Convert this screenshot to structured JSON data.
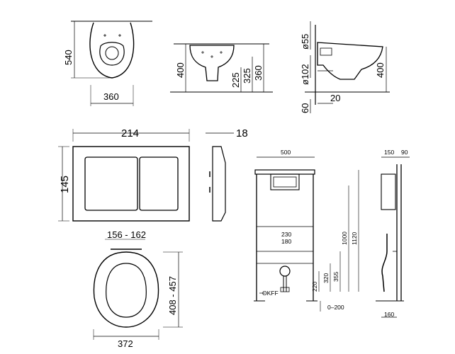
{
  "views": {
    "bowl_top": {
      "depth": "540",
      "width": "360"
    },
    "bowl_front": {
      "height": "400",
      "d1": "225",
      "d2": "325",
      "d3": "360"
    },
    "bowl_side": {
      "d_inlet": "ø55",
      "d_outlet": "ø102",
      "height": "400",
      "offset": "60",
      "width": "20"
    },
    "plate_front": {
      "width": "214",
      "height": "145"
    },
    "plate_side": {
      "depth": "18"
    },
    "seat": {
      "hinge": "156 - 162",
      "length": "408 - 457",
      "width": "372"
    },
    "frame_front": {
      "width": "500",
      "h1": "1000",
      "h2": "1120",
      "a": "230",
      "b": "180",
      "c": "320",
      "d": "355",
      "e": "220",
      "adj": "0–200",
      "ffl": "OKFF"
    },
    "frame_side": {
      "d1": "150",
      "d2": "90",
      "base": "160"
    }
  }
}
